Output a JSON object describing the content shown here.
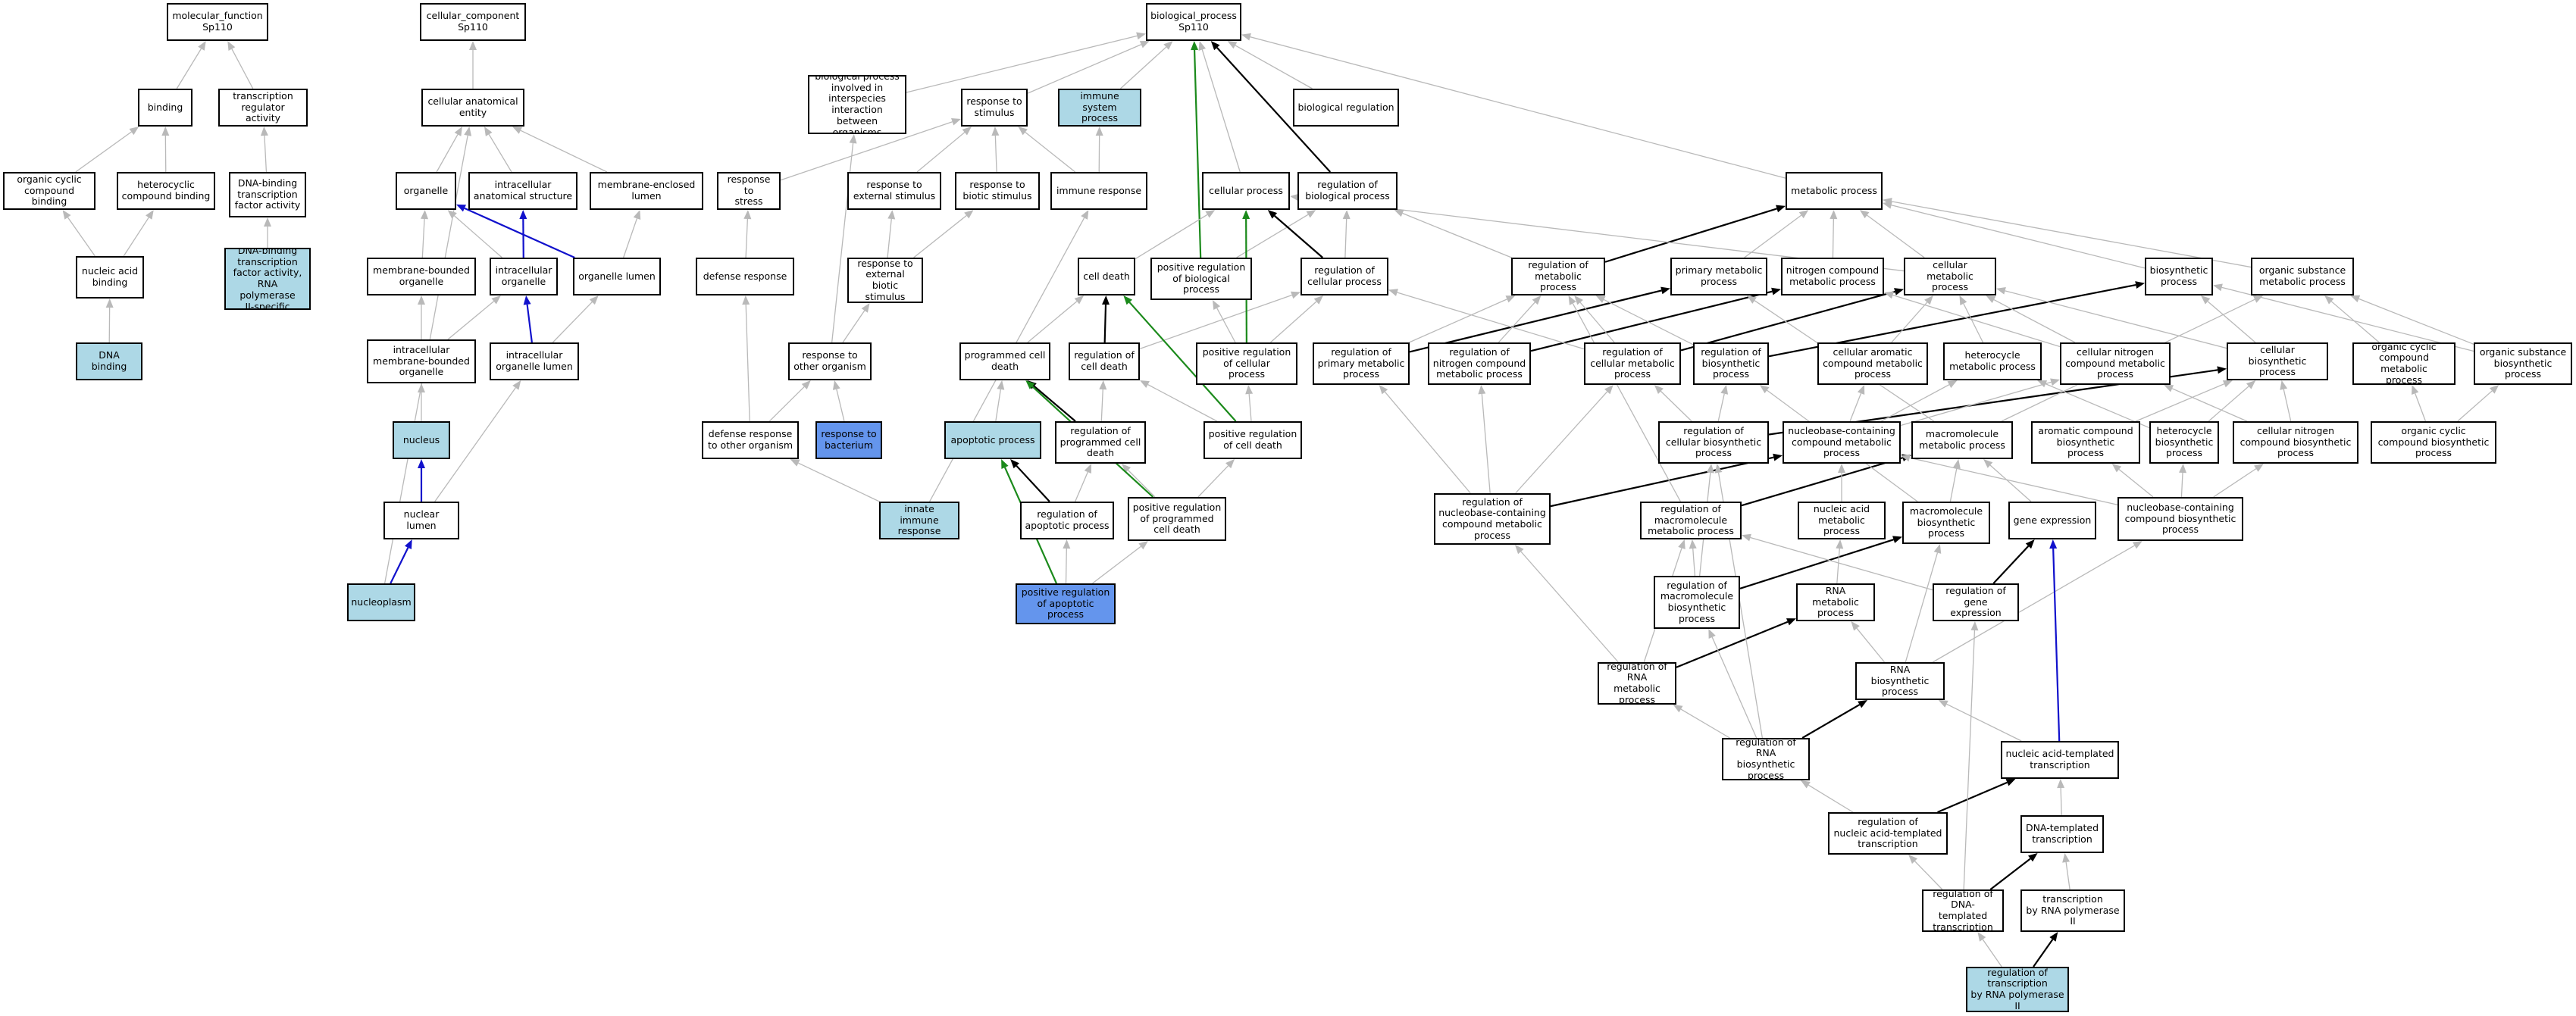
{
  "colors": {
    "gray": "#b9b9b9",
    "black": "#000000",
    "green": "#1b8a1b",
    "blue": "#1111cc",
    "light": "#add8e6",
    "medium": "#6495ed",
    "white": "#ffffff"
  },
  "nodes": {
    "mf": "molecular_function\nSp110",
    "cc": "cellular_component\nSp110",
    "bp": "biological_process\nSp110",
    "binding": "binding",
    "tra": "transcription\nregulator activity",
    "cae": "cellular anatomical\nentity",
    "bpinter": "biological process\ninvolved in\ninterspecies\ninteraction\nbetween organisms",
    "rts": "response to\nstimulus",
    "isp": "immune system\nprocess",
    "breg": "biological regulation",
    "occb": "organic cyclic\ncompound binding",
    "hcb": "heterocyclic\ncompound binding",
    "dbtfa": "DNA-binding\ntranscription\nfactor activity",
    "organelle": "organelle",
    "ias": "intracellular\nanatomical structure",
    "meml": "membrane-enclosed\nlumen",
    "rtstress": "response to\nstress",
    "rtes": "response to\nexternal stimulus",
    "rtbs": "response to\nbiotic stimulus",
    "ir": "immune response",
    "cp": "cellular process",
    "robp": "regulation of\nbiological process",
    "mp": "metabolic process",
    "nab": "nucleic acid\nbinding",
    "dbtfa2": "DNA-binding\ntranscription\nfactor activity,\nRNA polymerase\nII-specific",
    "mbo": "membrane-bounded\norganelle",
    "io": "intracellular\norganelle",
    "ol": "organelle lumen",
    "dr": "defense response",
    "rtebs": "response to\nexternal biotic\nstimulus",
    "cd": "cell death",
    "porbp": "positive regulation\nof biological\nprocess",
    "rocp": "regulation of\ncellular process",
    "romp": "regulation of\nmetabolic process",
    "pmp": "primary metabolic\nprocess",
    "ncmp": "nitrogen compound\nmetabolic process",
    "cmp": "cellular metabolic\nprocess",
    "bsp": "biosynthetic\nprocess",
    "osmp": "organic substance\nmetabolic process",
    "dnab": "DNA binding",
    "imbo": "intracellular\nmembrane-bounded\norganelle",
    "iol": "intracellular\norganelle lumen",
    "rtoo": "response to\nother organism",
    "pcd": "programmed cell\ndeath",
    "rocd": "regulation of\ncell death",
    "porcp": "positive regulation\nof cellular\nprocess",
    "ropmp": "regulation of\nprimary metabolic\nprocess",
    "roncmp": "regulation of\nnitrogen compound\nmetabolic process",
    "rocmp": "regulation of\ncellular metabolic\nprocess",
    "robsp": "regulation of\nbiosynthetic\nprocess",
    "cacmp": "cellular aromatic\ncompound metabolic\nprocess",
    "hmp": "heterocycle\nmetabolic process",
    "cncmp": "cellular nitrogen\ncompound metabolic\nprocess",
    "cbsp": "cellular biosynthetic\nprocess",
    "occmp": "organic cyclic\ncompound metabolic\nprocess",
    "osbsp": "organic substance\nbiosynthetic\nprocess",
    "nucleus": "nucleus",
    "drtoo": "defense response\nto other organism",
    "rtb": "response to\nbacterium",
    "ap": "apoptotic process",
    "ropcd": "regulation of\nprogrammed cell\ndeath",
    "porcd": "positive regulation\nof cell death",
    "rocbsp": "regulation of\ncellular biosynthetic\nprocess",
    "nbccmp": "nucleobase-containing\ncompound metabolic\nprocess",
    "mmp": "macromolecule\nmetabolic process",
    "acbsp": "aromatic compound\nbiosynthetic\nprocess",
    "hbsp": "heterocycle\nbiosynthetic\nprocess",
    "cncbsp": "cellular nitrogen\ncompound biosynthetic\nprocess",
    "occbsp": "organic cyclic\ncompound biosynthetic\nprocess",
    "nl": "nuclear lumen",
    "iir": "innate immune\nresponse",
    "roap": "regulation of\napoptotic process",
    "porpcd": "positive regulation\nof programmed\ncell death",
    "ronbccmp": "regulation of\nnucleobase-containing\ncompound metabolic\nprocess",
    "rommp": "regulation of\nmacromolecule\nmetabolic process",
    "namp": "nucleic acid\nmetabolic process",
    "mbsp": "macromolecule\nbiosynthetic\nprocess",
    "ge": "gene expression",
    "nbccbsp": "nucleobase-containing\ncompound biosynthetic\nprocess",
    "np": "nucleoplasm",
    "porap": "positive regulation\nof apoptotic\nprocess",
    "rombsp": "regulation of\nmacromolecule\nbiosynthetic\nprocess",
    "rnamp": "RNA metabolic\nprocess",
    "roge": "regulation of\ngene expression",
    "rornamp": "regulation of\nRNA metabolic\nprocess",
    "rnabsp": "RNA biosynthetic\nprocess",
    "rornabsp": "regulation of\nRNA biosynthetic\nprocess",
    "natt": "nucleic acid-templated\ntranscription",
    "ronatt": "regulation of\nnucleic acid-templated\ntranscription",
    "dtt": "DNA-templated\ntranscription",
    "rodtt": "regulation of\nDNA-templated\ntranscription",
    "tbrnap": "transcription\nby RNA polymerase\nII",
    "rotbrnap": "regulation of\ntranscription\nby RNA polymerase\nII"
  }
}
